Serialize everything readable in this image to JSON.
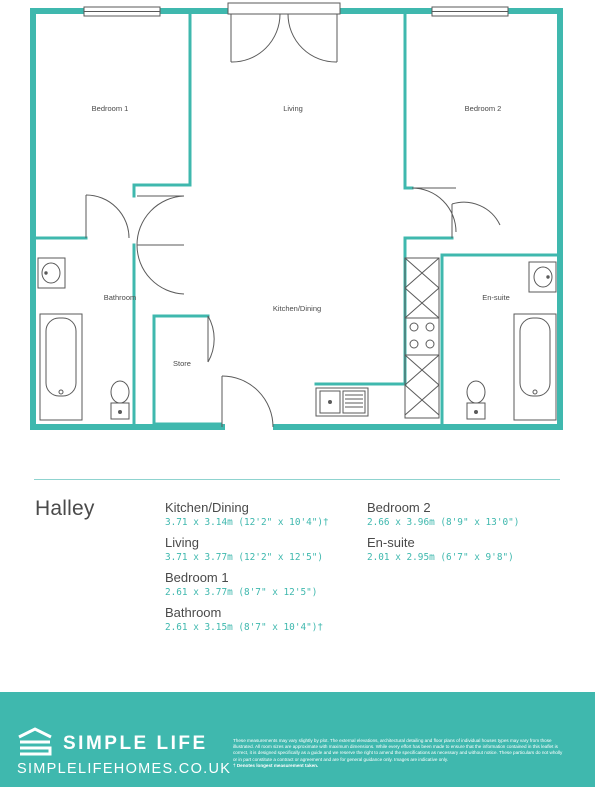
{
  "plan": {
    "rooms": {
      "bedroom1": "Bedroom 1",
      "living": "Living",
      "bedroom2": "Bedroom 2",
      "bathroom": "Bathroom",
      "kitchen": "Kitchen/Dining",
      "ensuite": "En-suite",
      "store": "Store"
    },
    "colors": {
      "wall": "#3fb8ae",
      "fixture": "#5a5a5a"
    }
  },
  "info": {
    "plan_name": "Halley",
    "rooms": [
      {
        "name": "Kitchen/Dining",
        "dims": "3.71 x 3.14m (12'2\" x 10'4\")†"
      },
      {
        "name": "Living",
        "dims": "3.71 x 3.77m (12'2\" x 12'5\")"
      },
      {
        "name": "Bedroom 1",
        "dims": "2.61 x 3.77m (8'7\" x 12'5\")"
      },
      {
        "name": "Bathroom",
        "dims": "2.61 x 3.15m (8'7\" x 10'4\")†"
      },
      {
        "name": "Bedroom 2",
        "dims": "2.66 x 3.96m (8'9\" x 13'0\")"
      },
      {
        "name": "En-suite",
        "dims": "2.01 x 2.95m (6'7\" x 9'8\")"
      }
    ]
  },
  "footer": {
    "brand": "SIMPLE LIFE",
    "website": "SIMPLELIFEHOMES.CO.UK",
    "disclaimer": "These measurements may vary slightly by plot. The external elevations, architectural detailing and floor plans of individual houses types may vary from those illustrated. All room sizes are approximate with maximum dimensions. While every effort has been made to ensure that the information contained in this leaflet is correct, it is designed specifically as a guide and we reserve the right to amend the specifications as necessary and without notice. These particulars do not wholly or in part constitute a contract or agreement and are for general guidance only. Images are indicative only.",
    "note": "† Denotes longest measurement taken.",
    "color": "#3fb8ae"
  }
}
